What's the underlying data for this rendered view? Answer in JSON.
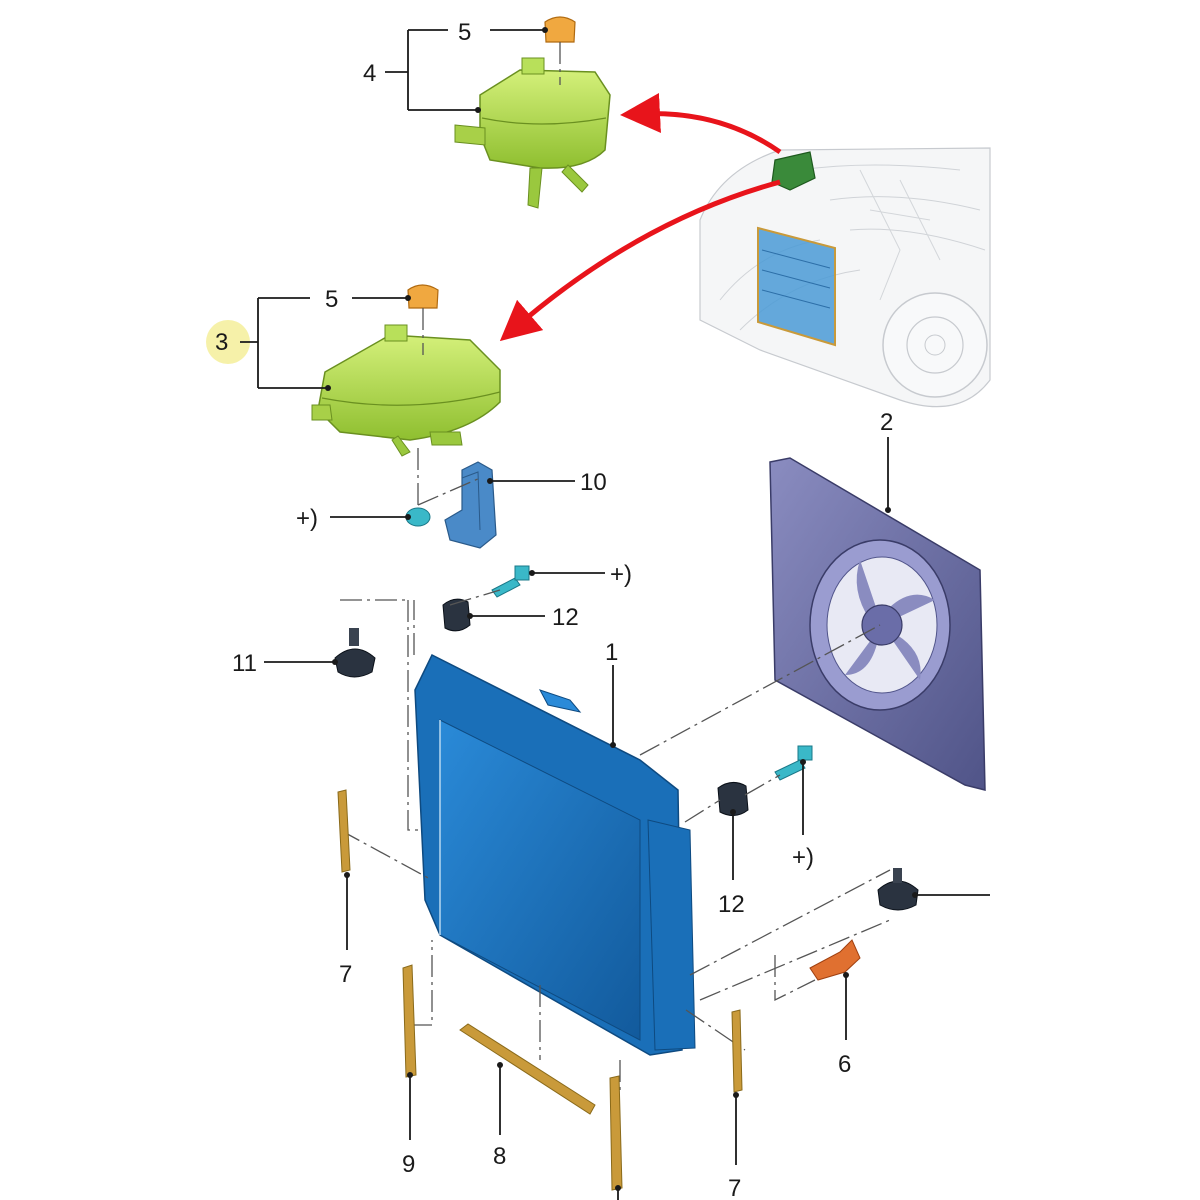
{
  "callouts": {
    "radiator": "1",
    "fan_shroud": "2",
    "reservoir_lower": "3",
    "reservoir_upper": "4",
    "cap_upper": "5",
    "cap_lower": "5",
    "sensor": "6",
    "strip_left": "7",
    "strip_right": "7",
    "strip_bottom": "8",
    "strip_vertical": "9",
    "bracket": "10",
    "mount_left": "11",
    "mount_top": "12",
    "mount_right": "12",
    "plus_bracket": "+)",
    "plus_top": "+)",
    "plus_right": "+)"
  },
  "colors": {
    "reservoir": "#b8e05a",
    "cap": "#f0a840",
    "radiator": "#1f7cc8",
    "shroud": "#6a6da8",
    "strip": "#c99a3a",
    "mount": "#2a3340",
    "sensor": "#e07030",
    "fitting": "#3ab8c8",
    "arrow": "#e8141b",
    "highlight": "#f5f0a0"
  }
}
